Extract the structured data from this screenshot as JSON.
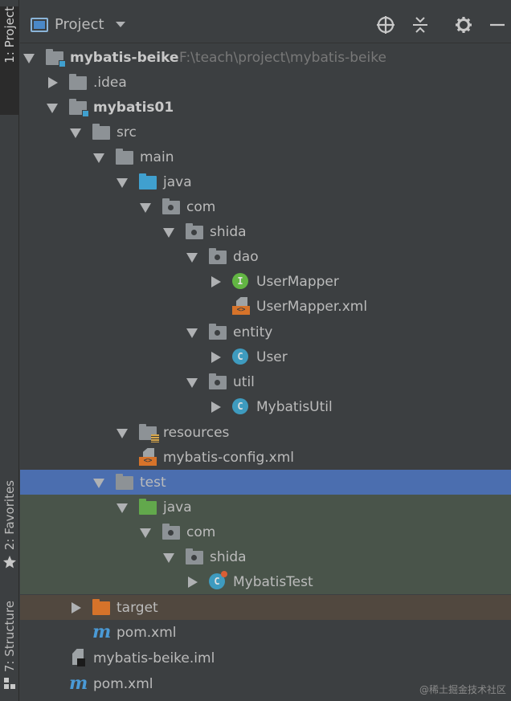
{
  "toolwindow_tabs": [
    {
      "label": "1: Project"
    },
    {
      "label": "2: Favorites"
    },
    {
      "label": "7: Structure"
    }
  ],
  "header": {
    "title": "Project",
    "icons": [
      "locate-icon",
      "collapse-all-icon",
      "gear-icon",
      "minimize-icon"
    ]
  },
  "tree": [
    {
      "label": "mybatis-beike",
      "path": "F:\\teach\\project\\mybatis-beike",
      "icon": "module-folder",
      "expanded": true,
      "bold": true
    },
    {
      "label": ".idea",
      "icon": "folder",
      "expanded": false
    },
    {
      "label": "mybatis01",
      "icon": "module-folder",
      "expanded": true,
      "bold": true
    },
    {
      "label": "src",
      "icon": "folder",
      "expanded": true
    },
    {
      "label": "main",
      "icon": "folder",
      "expanded": true
    },
    {
      "label": "java",
      "icon": "source-folder",
      "expanded": true
    },
    {
      "label": "com",
      "icon": "package",
      "expanded": true
    },
    {
      "label": "shida",
      "icon": "package",
      "expanded": true
    },
    {
      "label": "dao",
      "icon": "package",
      "expanded": true
    },
    {
      "label": "UserMapper",
      "icon": "interface",
      "glyph": "I",
      "expanded": false
    },
    {
      "label": "UserMapper.xml",
      "icon": "xml-file"
    },
    {
      "label": "entity",
      "icon": "package",
      "expanded": true
    },
    {
      "label": "User",
      "icon": "class",
      "glyph": "C",
      "expanded": false
    },
    {
      "label": "util",
      "icon": "package",
      "expanded": true
    },
    {
      "label": "MybatisUtil",
      "icon": "class",
      "glyph": "C",
      "expanded": false
    },
    {
      "label": "resources",
      "icon": "resources-folder",
      "expanded": true
    },
    {
      "label": "mybatis-config.xml",
      "icon": "xml-file"
    },
    {
      "label": "test",
      "icon": "folder",
      "expanded": true,
      "selected": true
    },
    {
      "label": "java",
      "icon": "test-source-folder",
      "expanded": true
    },
    {
      "label": "com",
      "icon": "package",
      "expanded": true
    },
    {
      "label": "shida",
      "icon": "package",
      "expanded": true
    },
    {
      "label": "MybatisTest",
      "icon": "test-class",
      "glyph": "C",
      "expanded": false
    },
    {
      "label": "target",
      "icon": "excluded-folder",
      "expanded": false
    },
    {
      "label": "pom.xml",
      "icon": "maven-file"
    },
    {
      "label": "mybatis-beike.iml",
      "icon": "iml-file"
    },
    {
      "label": "pom.xml",
      "icon": "maven-file"
    }
  ],
  "xml_tag_glyph": "<>",
  "maven_glyph": "m",
  "watermark": "@稀土掘金技术社区",
  "colors": {
    "background": "#3c3f41",
    "selection": "#4b6eaf",
    "test_row": "#49544a",
    "excluded_row": "#51483f",
    "source_folder": "#40a0cf",
    "test_folder": "#62a84c",
    "excluded_folder": "#d6732a"
  }
}
